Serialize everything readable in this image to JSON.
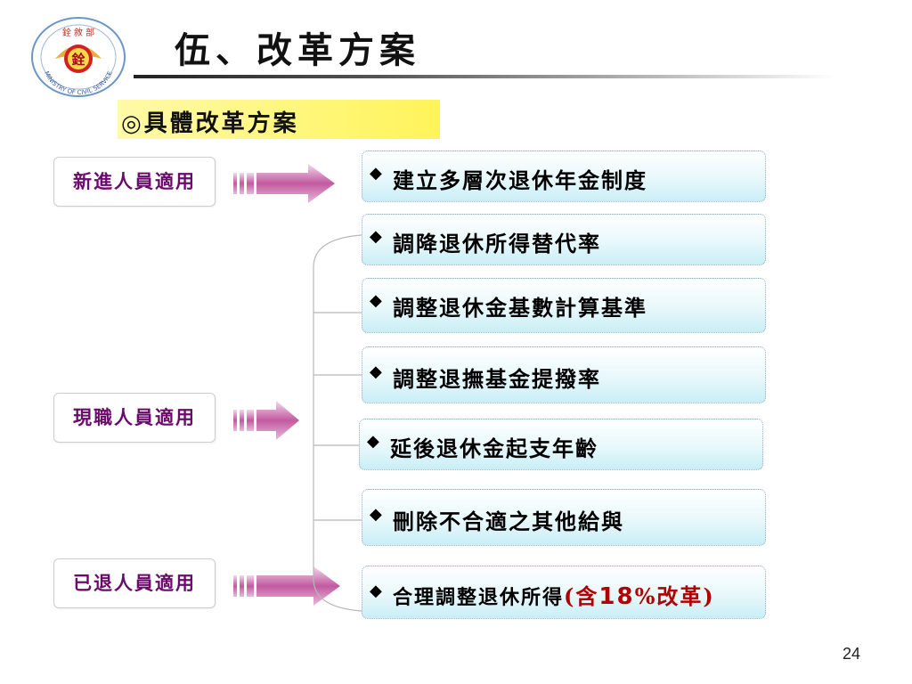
{
  "logo": {
    "top_text": "銓 敘 部",
    "center_text": "銓",
    "ring_text": "MINISTRY OF CIVIL SERVICE"
  },
  "title": "伍、改革方案",
  "subtitle": "◎具體改革方案",
  "groups": [
    {
      "label": "新進人員適用"
    },
    {
      "label": "現職人員適用"
    },
    {
      "label": "已退人員適用"
    }
  ],
  "items": [
    {
      "bullet": "◆",
      "text": "建立多層次退休年金制度"
    },
    {
      "bullet": "◆",
      "text": "調降退休所得替代率"
    },
    {
      "bullet": "◆",
      "text": "調整退休金基數計算基準"
    },
    {
      "bullet": "◆",
      "text": "調整退撫基金提撥率"
    },
    {
      "bullet": "◆",
      "text": "延後退休金起支年齡"
    },
    {
      "bullet": "◆",
      "text": "刪除不合適之其他給與"
    },
    {
      "bullet": "◆",
      "text": "合理調整退休所得",
      "highlight_open": "(含",
      "highlight_number": "18",
      "highlight_close": "%改革)"
    }
  ],
  "page_number": "24",
  "colors": {
    "group_text": "#6a0a6a",
    "arrow": "#b0307f",
    "highlight": "#b00000",
    "subtitle_bg": "#fff45a"
  },
  "icons": {
    "logo": "ministry-seal-icon",
    "arrow": "block-arrow-icon",
    "bullet": "diamond-bullet-icon"
  }
}
